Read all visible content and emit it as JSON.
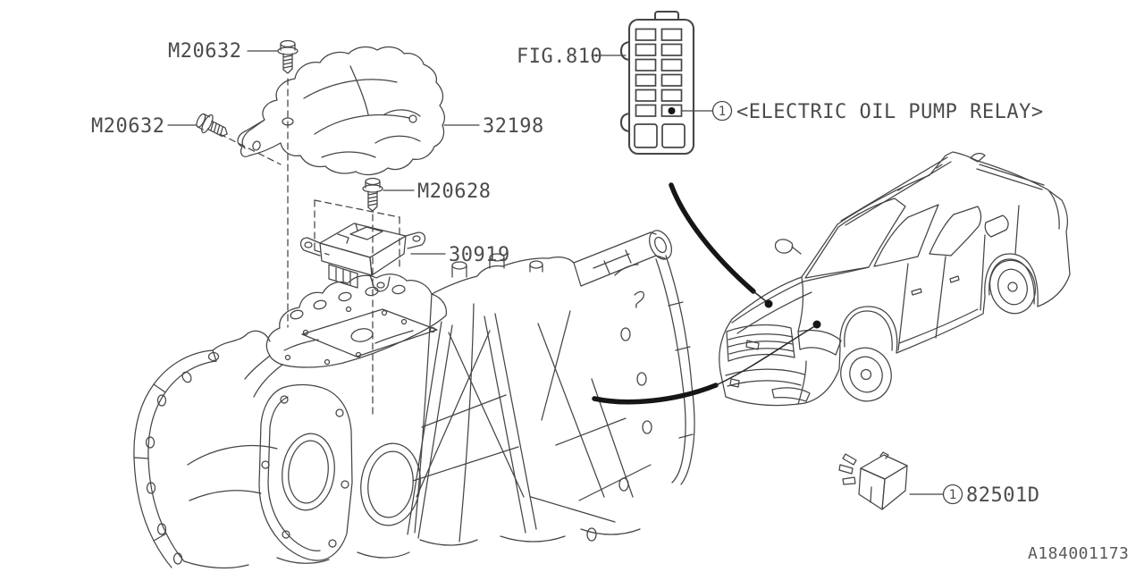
{
  "labels": {
    "bolt_top": "M20632",
    "bolt_side": "M20632",
    "heat_shield": "32198",
    "unit_bolt": "M20628",
    "control_unit": "30919",
    "figure_ref": "FIG.810",
    "connector_callout_index": "1",
    "connector_callout_text": "<ELECTRIC OIL PUMP RELAY>",
    "relay_callout_index": "1",
    "relay_part": "82501D",
    "drawing_number": "A184001173"
  },
  "colors": {
    "line": "#454545",
    "text": "#4c4c4c",
    "accent_black": "#161616",
    "background": "#ffffff"
  }
}
